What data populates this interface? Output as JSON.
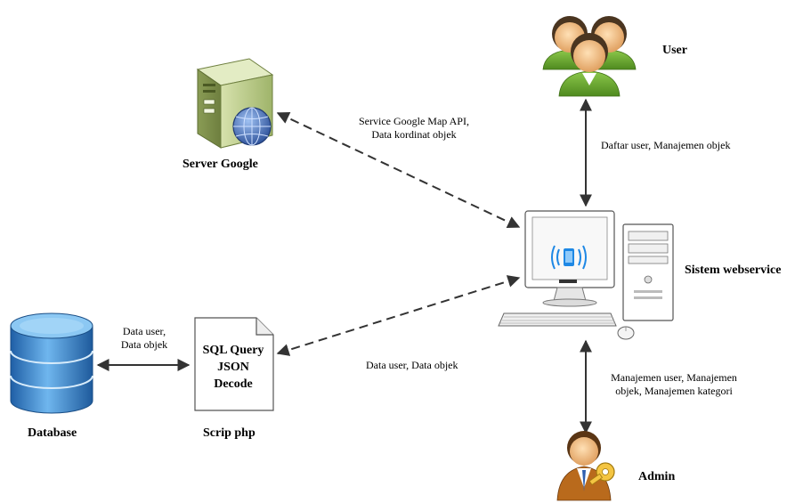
{
  "nodes": {
    "server_google": {
      "label": "Server Google",
      "icon": "server-globe-icon"
    },
    "user": {
      "label": "User",
      "icon": "user-group-icon"
    },
    "sistem": {
      "label": "Sistem webservice",
      "icon": "desktop-computer-icon"
    },
    "database": {
      "label": "Database",
      "icon": "database-cylinder-icon"
    },
    "scrip": {
      "label": "Scrip php",
      "icon": "document-icon",
      "lines": [
        "SQL Query",
        "JSON",
        "Decode"
      ]
    },
    "admin": {
      "label": "Admin",
      "icon": "admin-key-icon"
    }
  },
  "edges": {
    "google_sistem": {
      "line1": "Service Google Map API,",
      "line2": "Data kordinat objek",
      "style": "dashed"
    },
    "user_sistem": {
      "text": "Daftar user, Manajemen objek",
      "style": "solid"
    },
    "scrip_sistem": {
      "text": "Data user, Data objek",
      "style": "dashed"
    },
    "database_scrip": {
      "line1": "Data user,",
      "line2": "Data objek",
      "style": "solid"
    },
    "sistem_admin": {
      "line1": "Manajemen user, Manajemen",
      "line2": "objek, Manajemen kategori",
      "style": "solid"
    }
  },
  "colors": {
    "arrow": "#333333",
    "server_green": "#b9c98a",
    "globe_blue": "#3f67b0",
    "db_blue": "#3b82c4",
    "person_green": "#6aa52e",
    "skin": "#f3c48e",
    "screen_blue": "#1e88e5"
  }
}
